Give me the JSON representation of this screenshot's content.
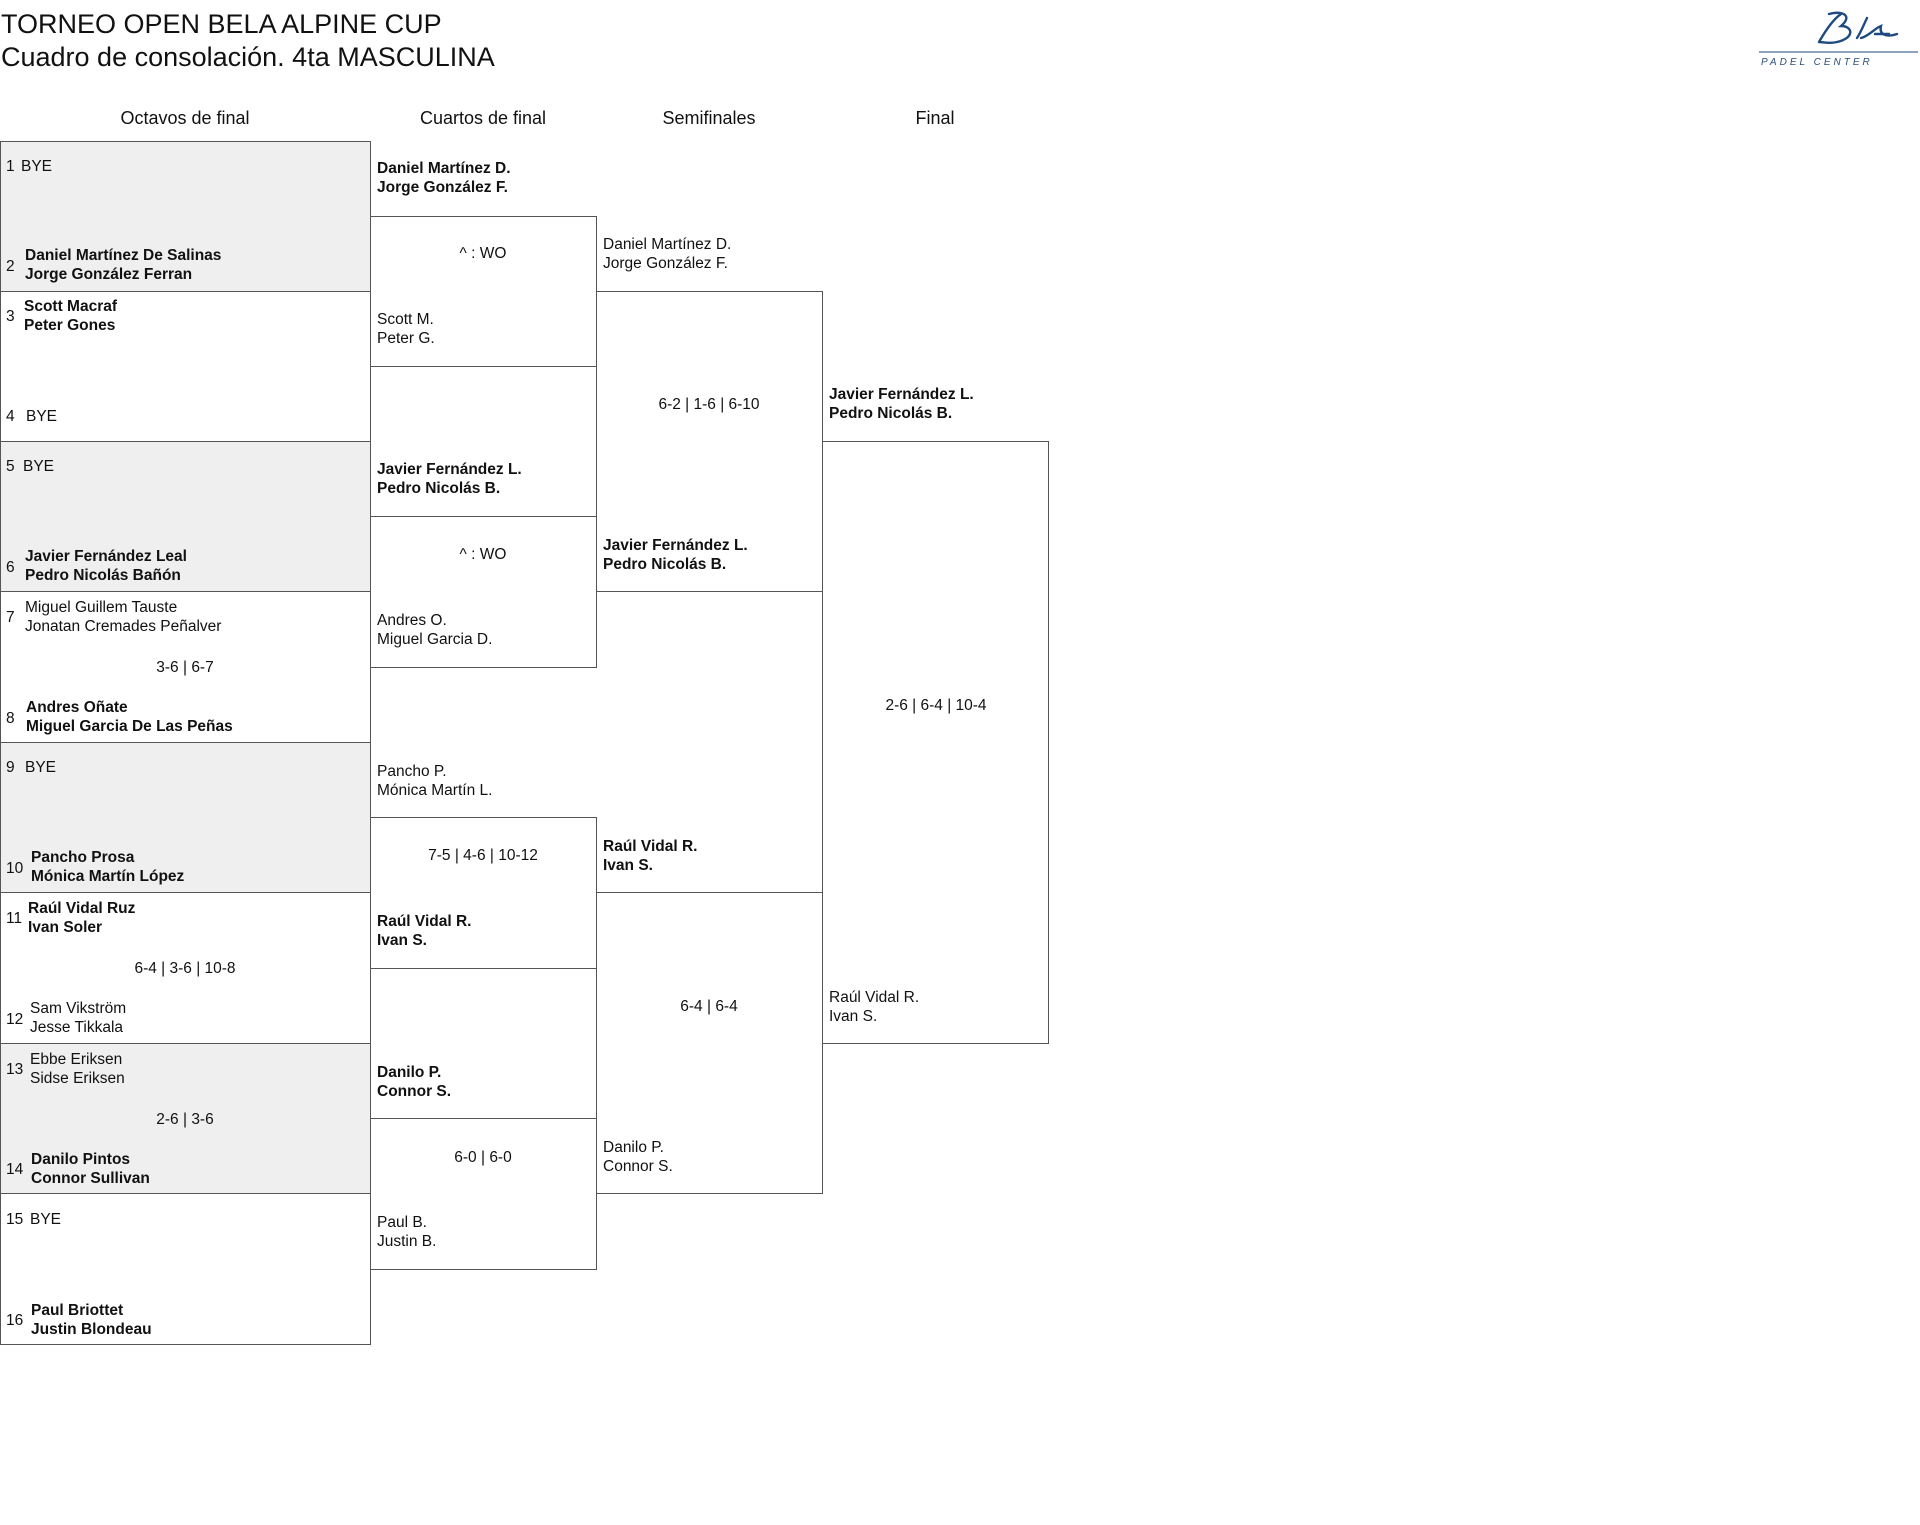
{
  "header": {
    "title": "TORNEO OPEN BELA ALPINE CUP",
    "subtitle": "Cuadro de consolación. 4ta MASCULINA",
    "logo_text": "PADEL CENTER",
    "logo_signature": "Bela"
  },
  "rounds": {
    "r16": "Octavos de final",
    "qf": "Cuartos de final",
    "sf": "Semifinales",
    "final": "Final"
  },
  "octavos": [
    {
      "seed": "1",
      "p1": "BYE",
      "p2": ""
    },
    {
      "seed": "2",
      "p1": "Daniel Martínez De Salinas",
      "p2": "Jorge González Ferran"
    },
    {
      "seed": "3",
      "p1": "Scott Macraf",
      "p2": "Peter Gones"
    },
    {
      "seed": "4",
      "p1": "BYE",
      "p2": ""
    },
    {
      "seed": "5",
      "p1": "BYE",
      "p2": ""
    },
    {
      "seed": "6",
      "p1": "Javier Fernández Leal",
      "p2": "Pedro Nicolás Bañón"
    },
    {
      "seed": "7",
      "p1": "Miguel Guillem Tauste",
      "p2": "Jonatan Cremades Peñalver"
    },
    {
      "seed": "8",
      "p1": "Andres Oñate",
      "p2": "Miguel Garcia De Las Peñas"
    },
    {
      "seed": "9",
      "p1": "BYE",
      "p2": ""
    },
    {
      "seed": "10",
      "p1": "Pancho Prosa",
      "p2": "Mónica Martín López"
    },
    {
      "seed": "11",
      "p1": "Raúl Vidal Ruz",
      "p2": "Ivan Soler"
    },
    {
      "seed": "12",
      "p1": "Sam Vikström",
      "p2": "Jesse Tikkala"
    },
    {
      "seed": "13",
      "p1": "Ebbe Eriksen",
      "p2": "Sidse Eriksen"
    },
    {
      "seed": "14",
      "p1": "Danilo Pintos",
      "p2": "Connor Sullivan"
    },
    {
      "seed": "15",
      "p1": "BYE",
      "p2": ""
    },
    {
      "seed": "16",
      "p1": "Paul Briottet",
      "p2": "Justin Blondeau"
    }
  ],
  "octavos_scores": [
    "",
    "",
    "",
    "3-6 | 6-7",
    "",
    "6-4 | 3-6 | 10-8",
    "2-6 | 3-6",
    ""
  ],
  "cuartos": [
    {
      "p1": "Daniel Martínez D.",
      "p2": "Jorge González F."
    },
    {
      "p1": "Scott M.",
      "p2": "Peter G."
    },
    {
      "p1": "Javier Fernández L.",
      "p2": "Pedro Nicolás B."
    },
    {
      "p1": "Andres O.",
      "p2": "Miguel Garcia D."
    },
    {
      "p1": "Pancho P.",
      "p2": "Mónica Martín L."
    },
    {
      "p1": "Raúl Vidal R.",
      "p2": "Ivan S."
    },
    {
      "p1": "Danilo P.",
      "p2": "Connor S."
    },
    {
      "p1": "Paul B.",
      "p2": "Justin B."
    }
  ],
  "cuartos_scores": [
    "^ : WO",
    "^ : WO",
    "7-5 | 4-6 | 10-12",
    "6-0 | 6-0"
  ],
  "semis": [
    {
      "p1": "Daniel Martínez D.",
      "p2": "Jorge González F."
    },
    {
      "p1": "Javier Fernández L.",
      "p2": "Pedro Nicolás B."
    },
    {
      "p1": "Raúl Vidal R.",
      "p2": "Ivan S."
    },
    {
      "p1": "Danilo P.",
      "p2": "Connor S."
    }
  ],
  "semis_scores": [
    "6-2 | 1-6 | 6-10",
    "6-4 | 6-4"
  ],
  "final": [
    {
      "p1": "Javier Fernández L.",
      "p2": "Pedro Nicolás B."
    },
    {
      "p1": "Raúl Vidal R.",
      "p2": "Ivan S."
    }
  ],
  "final_score": "2-6 | 6-4 | 10-4"
}
